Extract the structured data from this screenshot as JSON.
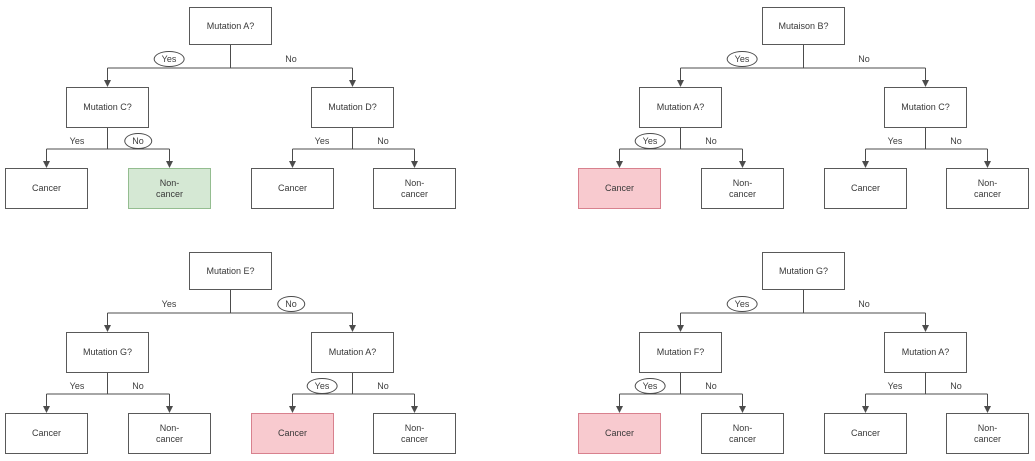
{
  "colors": {
    "box_border": "#595959",
    "line": "#4c4c4c",
    "highlight_green_fill": "#d5e8d4",
    "highlight_green_border": "#94bd90",
    "highlight_red_fill": "#f8cacf",
    "highlight_red_border": "#d8818e"
  },
  "trees": [
    {
      "root": {
        "label": "Mutation A?"
      },
      "root_yes": {
        "label": "Yes",
        "circled": true
      },
      "root_no": {
        "label": "No",
        "circled": false
      },
      "left": {
        "label": "Mutation C?",
        "yes": {
          "label": "Yes",
          "circled": false
        },
        "no": {
          "label": "No",
          "circled": true
        },
        "yes_leaf": {
          "label": "Cancer",
          "highlight": "none"
        },
        "no_leaf": {
          "label": "Non-\ncancer",
          "highlight": "green"
        }
      },
      "right": {
        "label": "Mutation D?",
        "yes": {
          "label": "Yes",
          "circled": false
        },
        "no": {
          "label": "No",
          "circled": false
        },
        "yes_leaf": {
          "label": "Cancer",
          "highlight": "none"
        },
        "no_leaf": {
          "label": "Non-\ncancer",
          "highlight": "none"
        }
      }
    },
    {
      "root": {
        "label": "Mutaison B?"
      },
      "root_yes": {
        "label": "Yes",
        "circled": true
      },
      "root_no": {
        "label": "No",
        "circled": false
      },
      "left": {
        "label": "Mutation A?",
        "yes": {
          "label": "Yes",
          "circled": true
        },
        "no": {
          "label": "No",
          "circled": false
        },
        "yes_leaf": {
          "label": "Cancer",
          "highlight": "red"
        },
        "no_leaf": {
          "label": "Non-\ncancer",
          "highlight": "none"
        }
      },
      "right": {
        "label": "Mutation C?",
        "yes": {
          "label": "Yes",
          "circled": false
        },
        "no": {
          "label": "No",
          "circled": false
        },
        "yes_leaf": {
          "label": "Cancer",
          "highlight": "none"
        },
        "no_leaf": {
          "label": "Non-\ncancer",
          "highlight": "none"
        }
      }
    },
    {
      "root": {
        "label": "Mutation E?"
      },
      "root_yes": {
        "label": "Yes",
        "circled": false
      },
      "root_no": {
        "label": "No",
        "circled": true
      },
      "left": {
        "label": "Mutation G?",
        "yes": {
          "label": "Yes",
          "circled": false
        },
        "no": {
          "label": "No",
          "circled": false
        },
        "yes_leaf": {
          "label": "Cancer",
          "highlight": "none"
        },
        "no_leaf": {
          "label": "Non-\ncancer",
          "highlight": "none"
        }
      },
      "right": {
        "label": "Mutation A?",
        "yes": {
          "label": "Yes",
          "circled": true
        },
        "no": {
          "label": "No",
          "circled": false
        },
        "yes_leaf": {
          "label": "Cancer",
          "highlight": "red"
        },
        "no_leaf": {
          "label": "Non-\ncancer",
          "highlight": "none"
        }
      }
    },
    {
      "root": {
        "label": "Mutation G?"
      },
      "root_yes": {
        "label": "Yes",
        "circled": true
      },
      "root_no": {
        "label": "No",
        "circled": false
      },
      "left": {
        "label": "Mutation F?",
        "yes": {
          "label": "Yes",
          "circled": true
        },
        "no": {
          "label": "No",
          "circled": false
        },
        "yes_leaf": {
          "label": "Cancer",
          "highlight": "red"
        },
        "no_leaf": {
          "label": "Non-\ncancer",
          "highlight": "none"
        }
      },
      "right": {
        "label": "Mutation A?",
        "yes": {
          "label": "Yes",
          "circled": false
        },
        "no": {
          "label": "No",
          "circled": false
        },
        "yes_leaf": {
          "label": "Cancer",
          "highlight": "none"
        },
        "no_leaf": {
          "label": "Non-\ncancer",
          "highlight": "none"
        }
      }
    }
  ]
}
